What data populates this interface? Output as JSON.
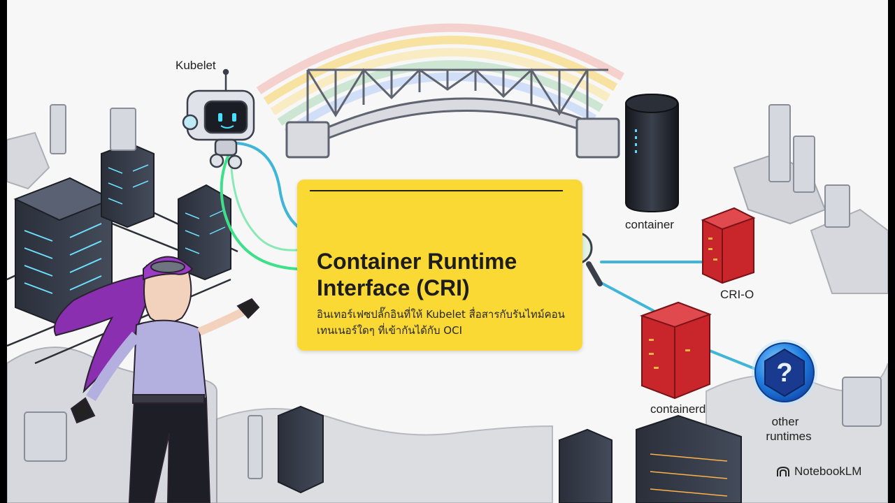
{
  "labels": {
    "kubelet": "Kubelet",
    "container": "container",
    "crio": "CRI-O",
    "containerd": "containerd",
    "other_runtimes_line1": "other",
    "other_runtimes_line2": "runtimes"
  },
  "card": {
    "title_line1": "Container Runtime",
    "title_line2": "Interface (CRI)",
    "description": "อินเทอร์เฟซปลั๊กอินที่ให้ Kubelet สื่อสารกับรันไทม์คอนเทนเนอร์ใดๆ ที่เข้ากันได้กับ OCI"
  },
  "brand": {
    "name": "NotebookLM"
  },
  "icons": {
    "mystery": "question-mark-icon",
    "magnifier": "magnifying-glass-icon",
    "brand": "notebooklm-logo-icon"
  },
  "colors": {
    "card_bg": "#fbd934",
    "runtime_red": "#c9262b",
    "connector_cyan": "#3fb6d8",
    "connector_green": "#3ee08a"
  }
}
